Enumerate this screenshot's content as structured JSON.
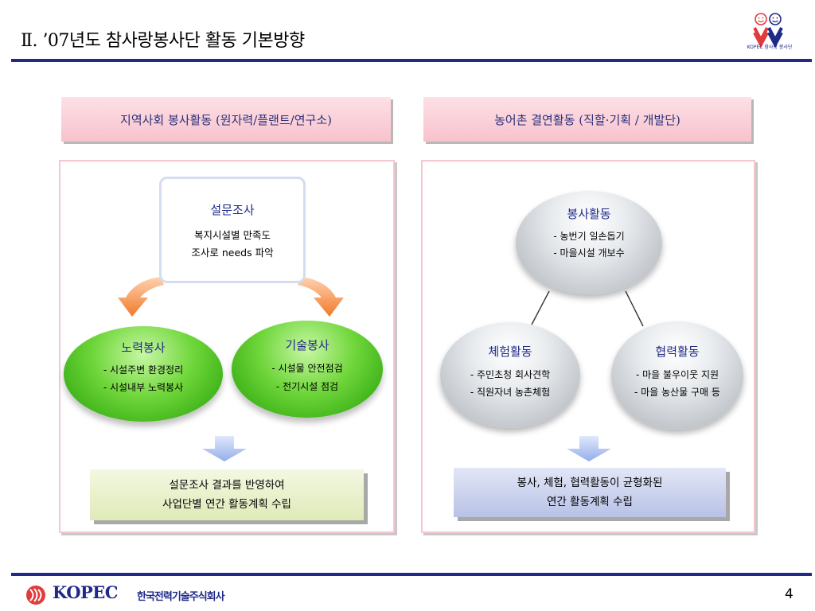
{
  "header": {
    "title": "Ⅱ. ’07년도 참사랑봉사단 활동 기본방향",
    "logo_text": "KOPEC 참사랑 봉사단"
  },
  "left": {
    "header": "지역사회 봉사활동 (원자력/플랜트/연구소)",
    "survey": {
      "title": "설문조사",
      "line1": "복지시설별 만족도",
      "line2": "조사로 needs 파악"
    },
    "labor": {
      "title": "노력봉사",
      "line1": "- 시설주변 환경정리",
      "line2": "- 시설내부 노력봉사"
    },
    "tech": {
      "title": "기술봉사",
      "line1": "- 시설물 안전점검",
      "line2": "- 전기시설 점검"
    },
    "result": {
      "line1": "설문조사 결과를 반영하여",
      "line2": "사업단별 연간 활동계획 수립"
    }
  },
  "right": {
    "header": "농어촌 결연활동 (직할·기획 / 개발단)",
    "service": {
      "title": "봉사활동",
      "line1": "- 농번기 일손돕기",
      "line2": "- 마을시설 개보수"
    },
    "experience": {
      "title": "체험활동",
      "line1": "- 주민초청 회사견학",
      "line2": "- 직원자녀 농촌체험"
    },
    "cooperation": {
      "title": "협력활동",
      "line1": "- 마을 불우이웃 지원",
      "line2": "- 마을 농산물 구매 등"
    },
    "result": {
      "line1": "봉사, 체험, 협력활동이 균형화된",
      "line2": "연간 활동계획 수립"
    }
  },
  "footer": {
    "brand": "KOPEC",
    "company": "한국전력기술주식회사",
    "page_number": "4"
  },
  "colors": {
    "navy": "#1f2a88",
    "pink_header": "#f8c2cc",
    "green": "#4cc21f",
    "arrow_orange": "#f07a2a",
    "arrow_blue": "#a9bff0"
  }
}
